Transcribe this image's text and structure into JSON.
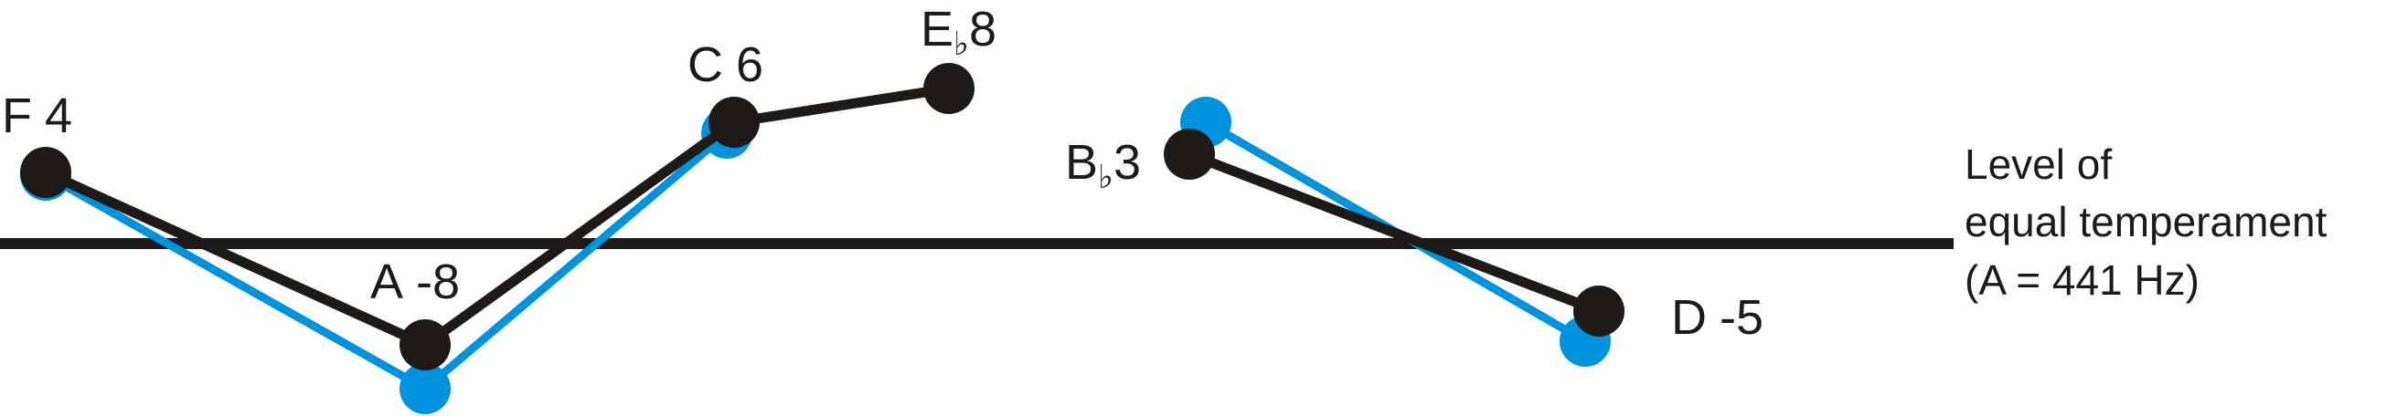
{
  "colors": {
    "ink": "#1e1a18",
    "blue": "#0093dd",
    "background": "#ffffff"
  },
  "caption": {
    "line1": "Level of",
    "line2": "equal temperament",
    "line3": "(A = 441 Hz)"
  },
  "notes": [
    {
      "id": "F",
      "letter": "F",
      "accidental": "",
      "value": "4"
    },
    {
      "id": "A",
      "letter": "A",
      "accidental": "",
      "value": "-8"
    },
    {
      "id": "C",
      "letter": "C",
      "accidental": "",
      "value": "6"
    },
    {
      "id": "Eb",
      "letter": "E",
      "accidental": "♭",
      "value": "8"
    },
    {
      "id": "Bb",
      "letter": "B",
      "accidental": "♭",
      "value": "3"
    },
    {
      "id": "D",
      "letter": "D",
      "accidental": "",
      "value": "-5"
    }
  ]
}
